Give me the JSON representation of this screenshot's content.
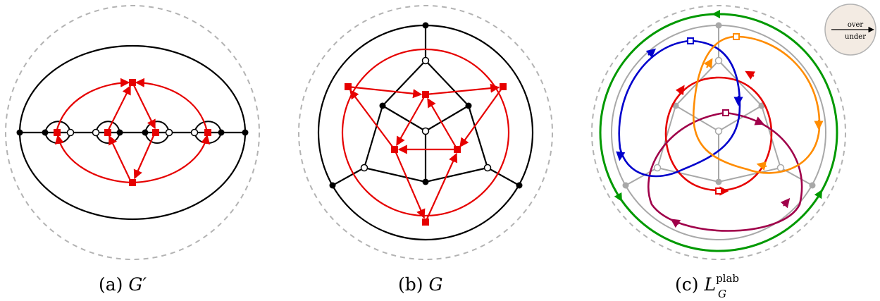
{
  "panels": [
    {
      "id": "a",
      "caption_prefix": "(a)",
      "caption_symbol": "G′",
      "caption_sup": ""
    },
    {
      "id": "b",
      "caption_prefix": "(b)",
      "caption_symbol": "G",
      "caption_sup": ""
    },
    {
      "id": "c",
      "caption_prefix": "(c)",
      "caption_symbol": "L",
      "caption_sup": "plab",
      "caption_sub": "G"
    }
  ],
  "legend_badge": {
    "top": "over",
    "bottom": "under"
  },
  "colors": {
    "graph_edge": "#000000",
    "red": "#e60000",
    "dashed_circle": "#b3b3b3",
    "blue": "#0000cc",
    "orange": "#ff8c00",
    "green": "#009900",
    "purple": "#a0004a",
    "gray": "#a8a8a8",
    "badge_fill": "#f3ebe3"
  }
}
